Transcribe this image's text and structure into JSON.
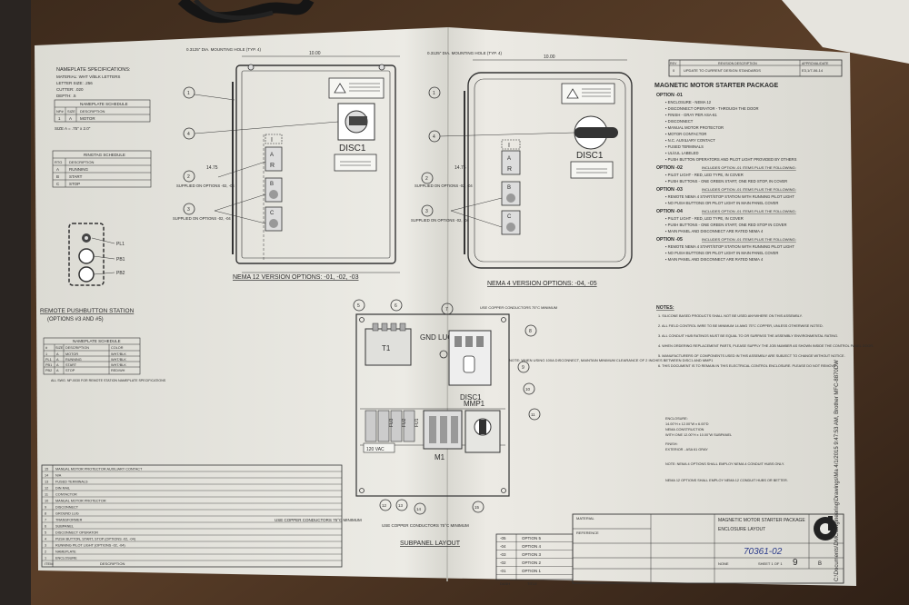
{
  "photo": {
    "subject": "blueprint-on-desk",
    "colors": {
      "desk": "#4a3322",
      "paper": "#e9e8e2",
      "ink": "#2b2b2b",
      "cable": "#151515",
      "blue_pen": "#2a3a8a"
    }
  },
  "left_panel": {
    "nameplate_spec_title": "NAMEPLATE SPECIFICATIONS:",
    "nameplate_spec_lines": [
      "MATERIAL: WHT V/BLK LETTERS",
      "LETTER SIZE: .256",
      "CUTTER: .020",
      "DEPTH: .5"
    ],
    "schedule1_title": "NAMEPLATE SCHEDULE",
    "schedule1_header": [
      "NP#",
      "SIZE",
      "DESCRIPTION"
    ],
    "schedule1_rows": [
      [
        "1",
        "A",
        "MOTOR"
      ]
    ],
    "size_note": "SIZE A = .75\" x 2.0\"",
    "schedule2_title": "RINGTAG SCHEDULE",
    "schedule2_header": [
      "RTG",
      "DESCRIPTION"
    ],
    "schedule2_rows": [
      [
        "A",
        "RUNNING"
      ],
      [
        "B",
        "START"
      ],
      [
        "C",
        "STOP"
      ]
    ],
    "remote_labels": [
      "PL1",
      "PB1",
      "PB2"
    ],
    "remote_title": "REMOTE PUSHBUTTON STATION",
    "remote_subtitle": "(OPTIONS #3 AND #5)",
    "schedule3_title": "NAMEPLATE SCHEDULE",
    "schedule3_header": [
      "#",
      "SIZE",
      "DESCRIPTION",
      "COLOR"
    ],
    "schedule3_rows": [
      [
        "1",
        "A",
        "MOTOR",
        "WHT/BLK"
      ],
      [
        "PL1",
        "A",
        "RUNNING",
        "WHT/BLK"
      ],
      [
        "PB1",
        "A",
        "START",
        "WHT/BLK"
      ],
      [
        "PB2",
        "A",
        "STOP",
        "RED/WH"
      ]
    ],
    "schedule3_note": "ALL SWG. NP-0030 FOR REMOTE STATION NAMEPLATE SPECIFICATIONS"
  },
  "nema12": {
    "mounting_hole": "0.3125\" DIA. MOUNTING HOLE (TYP. 4)",
    "width_dim": "10.00",
    "height_dim": "14.75",
    "disc_label": "DISC1",
    "roman": "I",
    "ring_labels": [
      "A",
      "R",
      "B",
      "C"
    ],
    "supplied_note1": "SUPPLIED ON OPTIONS -02, -04",
    "supplied_note2": "SUPPLIED ON OPTIONS -02, -04",
    "caption": "NEMA 12 VERSION OPTIONS: -01, -02, -03"
  },
  "nema4": {
    "mounting_hole": "0.3125\" DIA. MOUNTING HOLE (TYP. 4)",
    "width_dim": "10.00",
    "height_dim": "14.75",
    "disc_label": "DISC1",
    "roman": "I",
    "ring_labels": [
      "A",
      "R",
      "B",
      "C"
    ],
    "supplied_note1": "SUPPLIED ON OPTIONS -02, -04",
    "supplied_note2": "SUPPLIED ON OPTIONS -02, -04",
    "caption": "NEMA 4 VERSION OPTIONS: -04, -05"
  },
  "subpanel": {
    "t1": "T1",
    "gnd": "GND LUG",
    "copper_top": "USE COPPER CONDUCTORS 75°C MINIMUM",
    "note": "NOTE: WHEN USING 100A DISCONNECT, MAINTAIN MINIMUM CLEARANCE OF 2 INCHES BETWEEN DISC1 AND MMP1",
    "disc1": "DISC1",
    "mmp1": "MMP1",
    "m1": "M1",
    "fu_labels": [
      "FU3",
      "FU2",
      "FU1"
    ],
    "vac": "120 VAC",
    "copper_left": "USE COPPER CONDUCTORS 75°C MINIMUM",
    "copper_bottom": "USE COPPER CONDUCTORS 75°C MINIMUM",
    "caption": "SUBPANEL LAYOUT",
    "balloons": [
      "5",
      "6",
      "7",
      "8",
      "9",
      "10",
      "11",
      "12",
      "13",
      "14",
      "15"
    ]
  },
  "bom": {
    "rows": [
      [
        "15",
        "MANUAL MOTOR PROTECTOR AUXILIARY CONTACT"
      ],
      [
        "14",
        "N/A"
      ],
      [
        "13",
        "FUSED TERMINALS"
      ],
      [
        "12",
        "DIN RAIL"
      ],
      [
        "11",
        "CONTACTOR"
      ],
      [
        "10",
        "MANUAL MOTOR PROTECTOR"
      ],
      [
        "9",
        "DISCONNECT"
      ],
      [
        "8",
        "GROUND LUG"
      ],
      [
        "7",
        "TRANSFORMER"
      ],
      [
        "6",
        "SUBPANEL"
      ],
      [
        "5",
        "DISCONNECT OPERATOR"
      ],
      [
        "4",
        "PUSH BUTTON, START, STOP (OPTIONS -02, -04)"
      ],
      [
        "3",
        "RUNNING PILOT LIGHT (OPTIONS -02, -04)"
      ],
      [
        "2",
        "NAMEPLATE"
      ],
      [
        "1",
        "ENCLOSURE"
      ]
    ],
    "footer": [
      "ITEM",
      "DESCRIPTION"
    ]
  },
  "revision": {
    "header": [
      "REV",
      "REVISION DESCRIPTION",
      "APPROVAL/DATE"
    ],
    "row": [
      "0",
      "UPDATE TO CURRENT DESIGN STANDARDS",
      "E3,1/7-06-14"
    ]
  },
  "package": {
    "title": "MAGNETIC MOTOR STARTER PACKAGE",
    "options": [
      {
        "label": "OPTION -01",
        "items": [
          "ENCLOSURE - NEMA 12",
          "DISCONNECT OPERATOR - THROUGH THE DOOR",
          "FINISH - GRAY PER ASA-61",
          "DISCONNECT",
          "MANUAL MOTOR PROTECTOR",
          "MOTOR CONTACTOR",
          "N.C. AUXILIARY CONTACT",
          "FUSED TERMINALS",
          "UL/cUL LABELED",
          "PUSH BUTTON OPERATORS AND PILOT LIGHT PROVIDED BY OTHERS"
        ]
      },
      {
        "label": "OPTION -02",
        "note": "INCLUDES OPTION -01 ITEMS PLUS THE FOLLOWING:",
        "items": [
          "PILOT LIGHT - RED, LED TYPE, IN COVER",
          "PUSH BUTTONS - ONE GREEN START, ONE RED STOP, IN COVER"
        ]
      },
      {
        "label": "OPTION -03",
        "note": "INCLUDES OPTION -01 ITEMS PLUS THE FOLLOWING:",
        "items": [
          "REMOTE NEMA 4 START/STOP STATION WITH RUNNING PILOT LIGHT",
          "NO PUSH BUTTONS OR PILOT LIGHT IN MAIN PANEL COVER"
        ]
      },
      {
        "label": "OPTION -04",
        "note": "INCLUDES OPTION -01 ITEMS PLUS THE FOLLOWING:",
        "items": [
          "PILOT LIGHT - RED, LED TYPE, IN COVER",
          "PUSH BUTTONS - ONE GREEN START, ONE RED STOP IN COVER",
          "MAIN PANEL AND DISCONNECT ARE RATED NEMA 4"
        ]
      },
      {
        "label": "OPTION -05",
        "note": "INCLUDES OPTION -01 ITEMS PLUS THE FOLLOWING:",
        "items": [
          "REMOTE NEMA 4 START/STOP STATION WITH RUNNING PILOT LIGHT",
          "NO PUSH BUTTONS OR PILOT LIGHT IN MAIN PANEL COVER",
          "MAIN PANEL AND DISCONNECT ARE RATED NEMA 4"
        ]
      }
    ],
    "notes_title": "NOTES:",
    "notes": [
      "1. SILICONE BASED PRODUCTS SHALL NOT BE USED ANYWHERE ON THIS ASSEMBLY.",
      "2. ALL FIELD CONTROL WIRE TO BE MINIMUM 14 AWG 75°C COPPER, UNLESS OTHERWISE NOTED.",
      "3. ALL CONDUIT HUB RATINGS MUST BE EQUAL TO OR SURPASS THE ASSEMBLY ENVIRONMENTAL RATING.",
      "4. WHEN ORDERING REPLACEMENT PARTS, PLEASE SUPPLY THE JOB NUMBER AS SHOWN INSIDE THE CONTROL PANEL DOOR.",
      "5. MANUFACTURERS OF COMPONENTS USED IN THIS ASSEMBLY ARE SUBJECT TO CHANGE WITHOUT NOTICE.",
      "6. THIS DOCUMENT IS TO REMAIN IN THIS ELECTRICAL CONTROL ENCLOSURE. PLEASE DO NOT REMOVE."
    ],
    "enclosure_lines": [
      "ENCLOSURE:",
      "14.00\"H x 12.00\"W x 6.00\"D",
      "NEMA CONSTRUCTION",
      "WITH ONE 12.00\"H x 10.00\"W SUBPANEL"
    ],
    "finish_lines": [
      "FINISH:",
      "EXTERIOR - ASA 61 GRAY"
    ],
    "note_a": "NOTE: NEMA 4 OPTIONS SHALL EMPLOY NEMA 4 CONDUIT HUBS ONLY.",
    "note_b": "NEMA 12 OPTIONS SHALL EMPLOY NEMA 12 CONDUIT HUBS OR BETTER."
  },
  "dash_table": {
    "rows": [
      [
        "-05",
        "OPTION 5"
      ],
      [
        "-04",
        "OPTION 4"
      ],
      [
        "-03",
        "OPTION 3"
      ],
      [
        "-02",
        "OPTION 2"
      ],
      [
        "-01",
        "OPTION 1"
      ]
    ],
    "footer": [
      "DASH",
      "TITLE"
    ]
  },
  "title_block": {
    "material": "MATERIAL",
    "reference": "REFERENCE",
    "title": "MAGNETIC MOTOR STARTER PACKAGE",
    "subtitle": "ENCLOSURE LAYOUT",
    "number_handwritten": "70361-02",
    "scale": "NONE",
    "sheet": "SHEET 1 OF 1",
    "rev": "9",
    "size": "B"
  },
  "vertical_path": "C:\\Documents\\DMC\\Engineering\\Drawings\\Ma 4/1/2015 9:47:53 AM, Brother MFC-8870DW"
}
